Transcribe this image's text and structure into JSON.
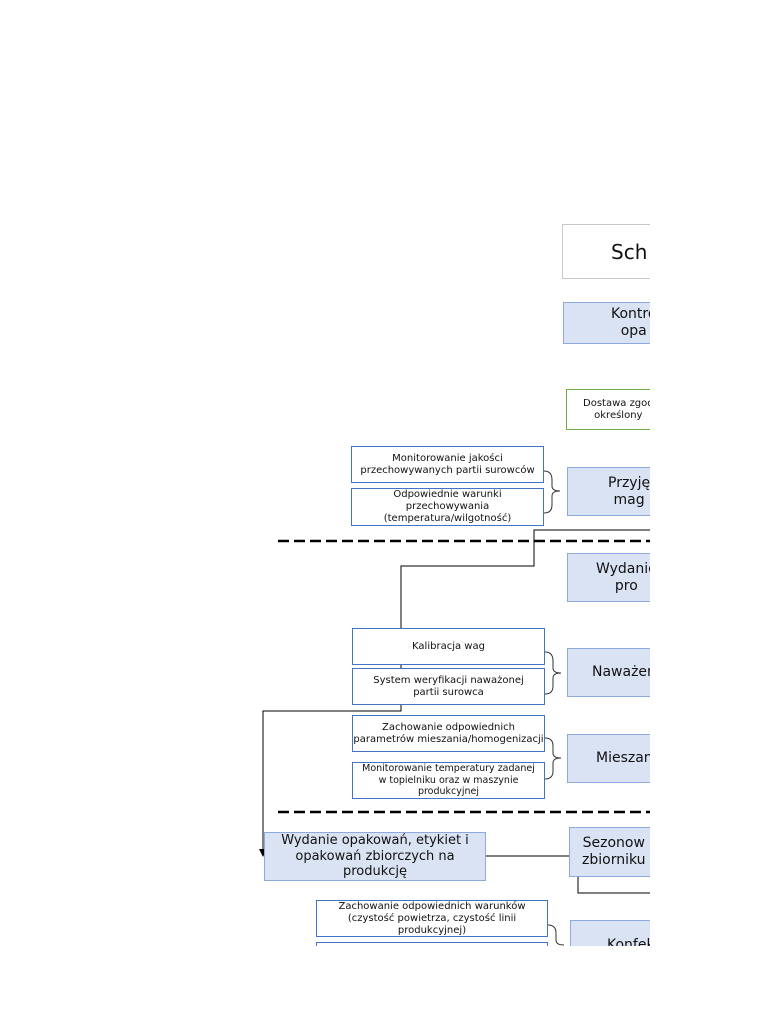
{
  "title": "Sch",
  "steps": {
    "kontrola": "Kontro\nopa",
    "dostawa": "Dostawa zgod\nokreślony",
    "przyjecie": "Przyję\nmag",
    "wydanie_pro": "Wydanie\npro",
    "nawazenie": "Naważen",
    "mieszanie": "Mieszan",
    "sezonow": "Sezonow\nzbiorniku",
    "konfek": "Konfek",
    "wydanie_opakowan": "Wydanie opakowań, etykiet i\nopakowań zbiorczych na produkcję"
  },
  "notes": {
    "monitorowanie_jakosci": "Monitorowanie jakości\nprzechowywanych partii surowców",
    "warunki_przechowywania": "Odpowiednie warunki\nprzechowywania\n(temperatura/wilgotność)",
    "kalibracja": "Kalibracja wag",
    "system_weryfikacji": "System weryfikacji naważonej\npartii surowca",
    "parametry_mieszania": "Zachowanie odpowiednich\nparametrów mieszania/homogenizacji",
    "monitorowanie_temperatury": "Monitorowanie temperatury zadanej\nw topielniku oraz w maszynie\nprodukcyjnej",
    "warunki_czystosc": "Zachowanie odpowiednich warunków\n(czystość powietrza, czystość linii\nprodukcyjnej)"
  }
}
